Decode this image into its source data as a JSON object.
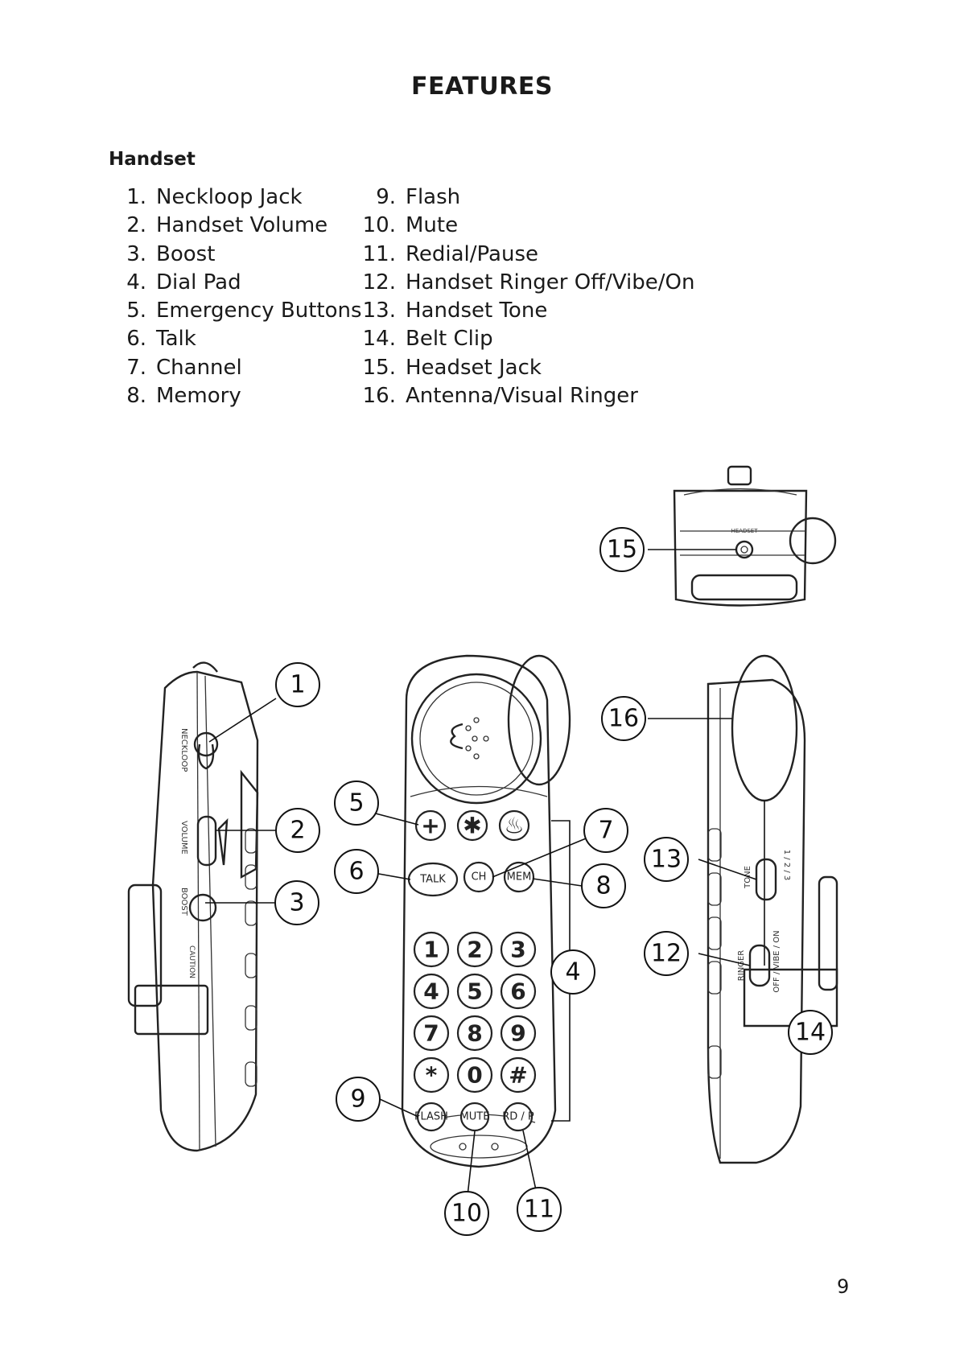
{
  "title": "FEATURES",
  "section": "Handset",
  "features_left": [
    {
      "num": "1.",
      "label": "Neckloop Jack"
    },
    {
      "num": "2.",
      "label": "Handset Volume"
    },
    {
      "num": "3.",
      "label": "Boost"
    },
    {
      "num": "4.",
      "label": "Dial Pad"
    },
    {
      "num": "5.",
      "label": "Emergency Buttons"
    },
    {
      "num": "6.",
      "label": "Talk"
    },
    {
      "num": "7.",
      "label": "Channel"
    },
    {
      "num": "8.",
      "label": "Memory"
    }
  ],
  "features_right": [
    {
      "num": "9.",
      "label": "Flash"
    },
    {
      "num": "10.",
      "label": "Mute"
    },
    {
      "num": "11.",
      "label": "Redial/Pause"
    },
    {
      "num": "12.",
      "label": "Handset Ringer Off/Vibe/On"
    },
    {
      "num": "13.",
      "label": "Handset Tone"
    },
    {
      "num": "14.",
      "label": "Belt Clip"
    },
    {
      "num": "15.",
      "label": "Headset Jack"
    },
    {
      "num": "16.",
      "label": "Antenna/Visual Ringer"
    }
  ],
  "callouts": [
    "1",
    "2",
    "3",
    "4",
    "5",
    "6",
    "7",
    "8",
    "9",
    "10",
    "11",
    "12",
    "13",
    "14",
    "15",
    "16"
  ],
  "device_labels": {
    "headset": "HEADSET",
    "neckloop": "NECKLOOP",
    "volume": "VOLUME",
    "boost": "BOOST",
    "caution": "CAUTION",
    "tone": "TONE",
    "tone_positions": "1 / 2 / 3",
    "ringer": "RINGER",
    "ringer_positions": "OFF / VIBE / ON"
  },
  "keypad": {
    "emergency": [
      "+",
      "✱",
      "♨"
    ],
    "talk": "TALK",
    "channel": "CH",
    "memory": "MEM",
    "digits": [
      "1",
      "2",
      "3",
      "4",
      "5",
      "6",
      "7",
      "8",
      "9",
      "*",
      "0",
      "#"
    ],
    "flash": "FLASH",
    "mute": "MUTE",
    "redial": "RD / P"
  },
  "page_number": "9"
}
